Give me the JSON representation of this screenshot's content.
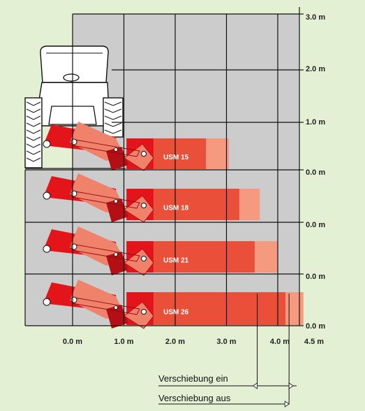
{
  "diagram": {
    "colors": {
      "background": "#e3f0d3",
      "panel": "#cccccc",
      "grid_line": "#111111",
      "mower_main": "#e4141b",
      "mower_light": "#f0826c",
      "mower_dark": "#b50f16",
      "reach_dark": "#e4141b",
      "reach_mid": "#ea4f39",
      "reach_light": "#f59a7e",
      "tractor_fill": "#ffffff",
      "tractor_line": "#111111"
    },
    "y_axis_top": {
      "values_m": [
        3.0,
        2.0,
        1.0,
        0.0
      ],
      "labels": [
        "3.0 m",
        "2.0 m",
        "1.0 m",
        "0.0 m"
      ]
    },
    "y_axis_rows": {
      "labels": [
        "0.0 m",
        "0.0 m",
        "0.0 m"
      ]
    },
    "x_axis": {
      "values_m": [
        0.0,
        1.0,
        2.0,
        3.0,
        4.0,
        4.5
      ],
      "labels": [
        "0.0 m",
        "1.0 m",
        "2.0 m",
        "3.0 m",
        "4.0 m",
        "4.5 m"
      ]
    },
    "models": [
      {
        "label": "USM 15",
        "reach_ein_m": 2.6,
        "reach_aus_m": 3.05
      },
      {
        "label": "USM 18",
        "reach_ein_m": 3.25,
        "reach_aus_m": 3.65
      },
      {
        "label": "USM 21",
        "reach_ein_m": 3.55,
        "reach_aus_m": 4.0
      },
      {
        "label": "USM 26",
        "reach_ein_m": 4.15,
        "reach_aus_m": 4.5
      }
    ],
    "legend": {
      "shift_in": "Verschiebung ein",
      "shift_out": "Verschiebung aus"
    }
  }
}
